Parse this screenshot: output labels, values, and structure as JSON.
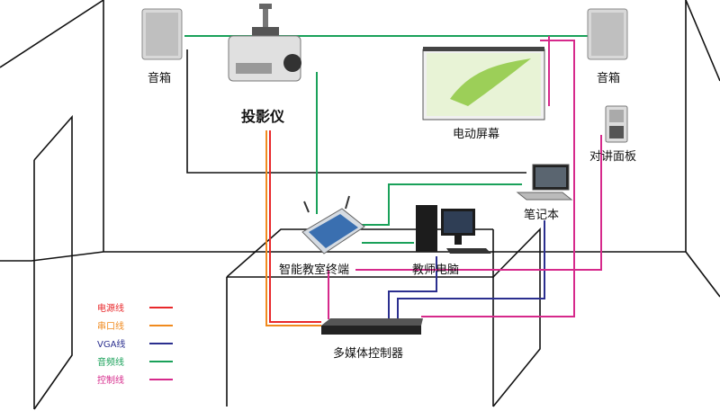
{
  "labels": {
    "speaker_left": "音箱",
    "speaker_right": "音箱",
    "projector": "投影仪",
    "screen": "电动屏幕",
    "intercom": "对讲面板",
    "laptop": "笔记本",
    "terminal": "智能教室终端",
    "teacher_pc": "教师电脑",
    "controller": "多媒体控制器"
  },
  "legend": [
    {
      "label": "电源线",
      "color": "#e8282b"
    },
    {
      "label": "串口线",
      "color": "#f08a1e"
    },
    {
      "label": "VGA线",
      "color": "#2b2f8f"
    },
    {
      "label": "音频线",
      "color": "#1aa15a"
    },
    {
      "label": "控制线",
      "color": "#d6298b"
    }
  ],
  "colors": {
    "power": "#e8282b",
    "serial": "#f08a1e",
    "vga": "#2b2f8f",
    "audio": "#1aa15a",
    "control": "#d6298b",
    "outline": "#111111"
  }
}
